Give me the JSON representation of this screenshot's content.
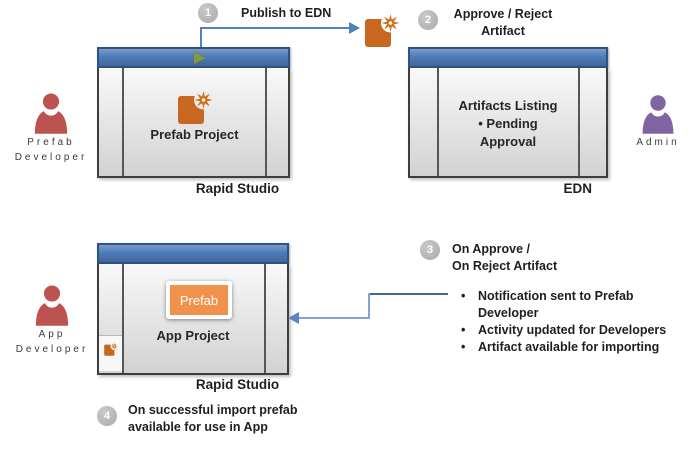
{
  "colors": {
    "titlebar_blue": "#4d7cba",
    "connector_blue": "#4f81bd",
    "elbow_blue_light": "#82a3d4",
    "artifact_orange": "#c8671f",
    "button_orange": "#f0924c",
    "person_red": "#bc5350",
    "person_purple": "#8064a2",
    "badge_gray": "#b3b3b3"
  },
  "icons": {
    "play-icon": "green play triangle",
    "artifact-icon": "orange document with starburst",
    "person-icon": "person silhouette"
  },
  "actors": {
    "prefab_developer": {
      "line1": "Prefab",
      "line2": "Developer"
    },
    "admin": {
      "line1": "Admin"
    },
    "app_developer": {
      "line1": "App",
      "line2": "Developer"
    }
  },
  "windows": {
    "rapid_studio_top": {
      "content": "Prefab Project",
      "caption": "Rapid Studio"
    },
    "edn": {
      "content_line1": "Artifacts Listing",
      "content_line2": "•  Pending",
      "content_line3": "Approval",
      "caption": "EDN"
    },
    "rapid_studio_bottom": {
      "button": "Prefab",
      "content": "App Project",
      "caption": "Rapid Studio"
    }
  },
  "steps": {
    "step1": {
      "num": "1",
      "label": "Publish to EDN"
    },
    "step2": {
      "num": "2",
      "line1": "Approve / Reject",
      "line2": "Artifact"
    },
    "step3": {
      "num": "3",
      "line1": "On Approve /",
      "line2": "On Reject Artifact",
      "bullets": [
        "Notification sent to Prefab Developer",
        "Activity updated for Developers",
        "Artifact available for importing"
      ]
    },
    "step4": {
      "num": "4",
      "line1": "On successful import prefab",
      "line2": "available for use in App"
    }
  }
}
